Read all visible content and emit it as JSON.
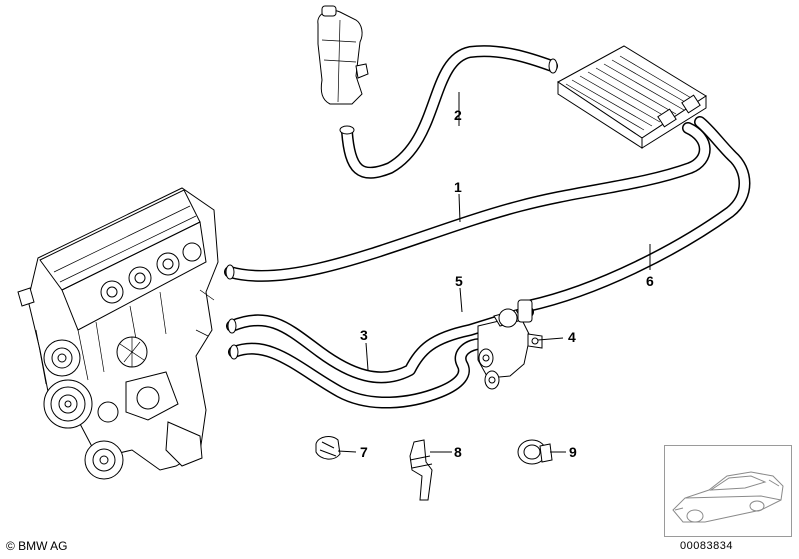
{
  "callouts": [
    {
      "id": "1",
      "label": "1"
    },
    {
      "id": "2",
      "label": "2"
    },
    {
      "id": "3",
      "label": "3"
    },
    {
      "id": "4",
      "label": "4"
    },
    {
      "id": "5",
      "label": "5"
    },
    {
      "id": "6",
      "label": "6"
    },
    {
      "id": "7",
      "label": "7"
    },
    {
      "id": "8",
      "label": "8"
    },
    {
      "id": "9",
      "label": "9"
    }
  ],
  "footer": {
    "copyright": "© BMW AG",
    "document_number": "00083834"
  }
}
